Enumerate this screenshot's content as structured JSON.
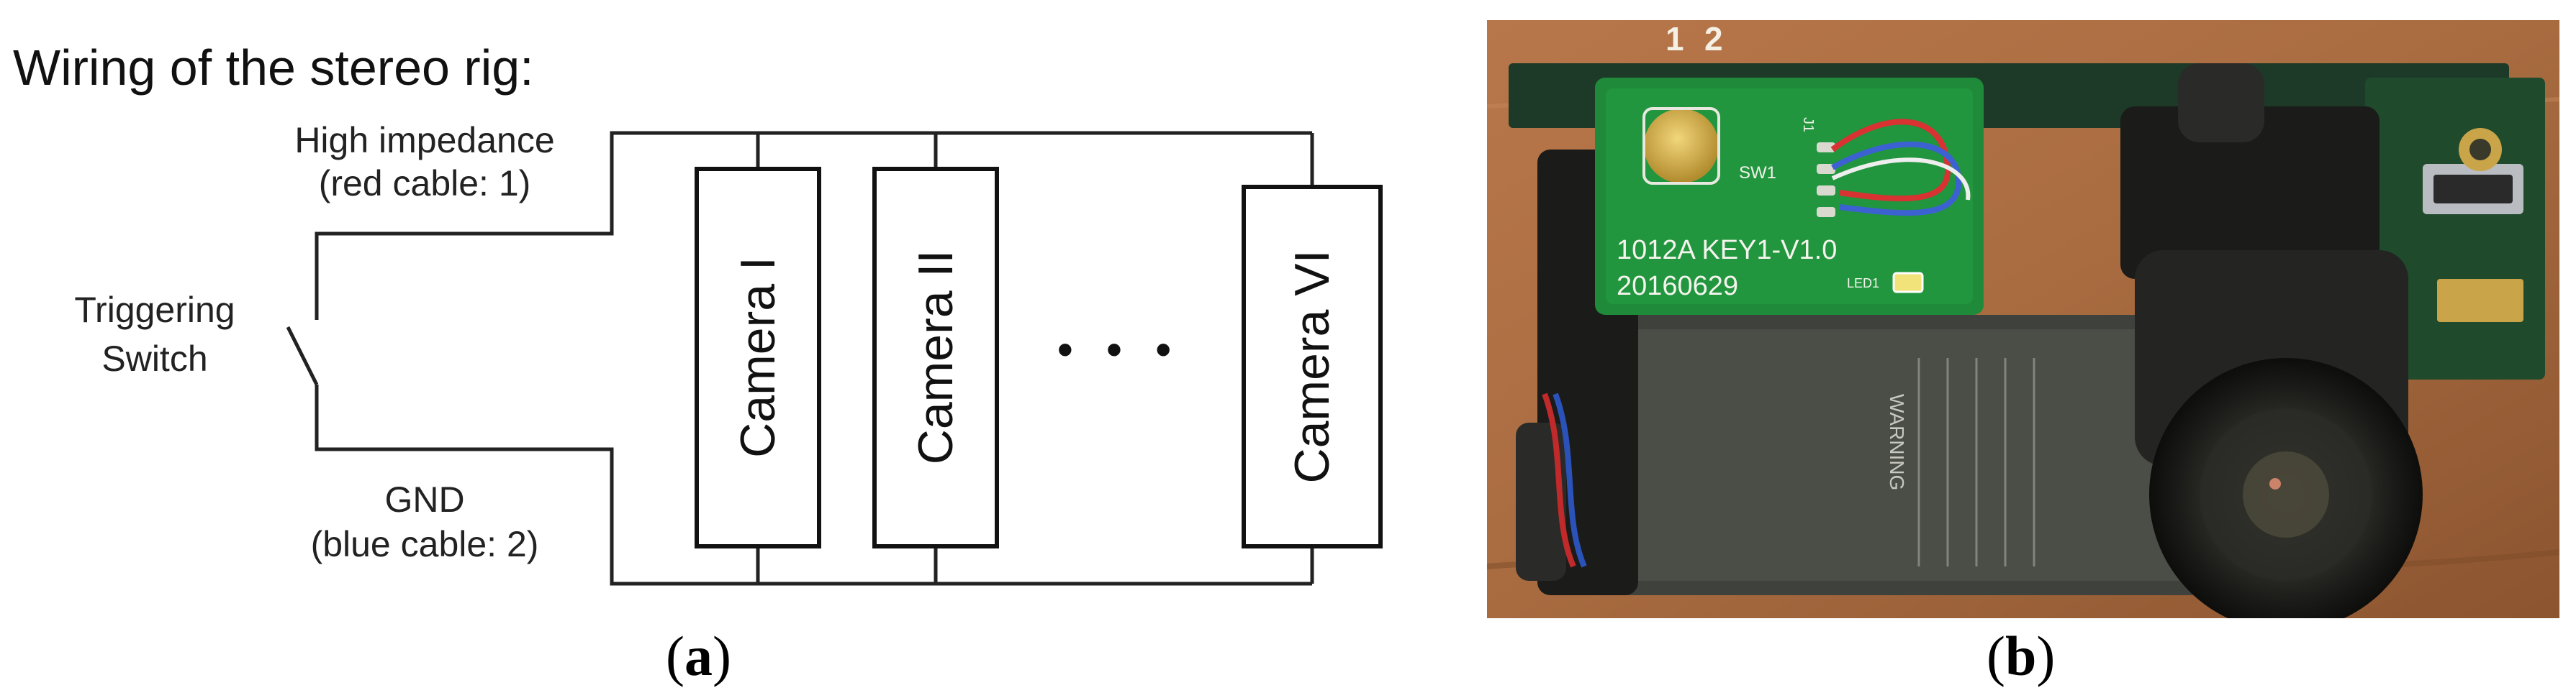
{
  "diagram": {
    "title": "Wiring of the stereo rig:",
    "top_wire_label_line1": "High impedance",
    "top_wire_label_line2": "(red cable: 1)",
    "bottom_wire_label_line1": "GND",
    "bottom_wire_label_line2": "(blue cable: 2)",
    "switch_label_line1": "Triggering",
    "switch_label_line2": "Switch",
    "cameras": [
      "Camera I",
      "Camera II",
      "Camera VI"
    ],
    "ellipsis": "• • •"
  },
  "photo": {
    "pin_labels": [
      "1",
      "2"
    ],
    "board_text_line1": "1012A  KEY1-V1.0",
    "board_text_line2": "20160629",
    "switch_silk": "SW1",
    "led_silk": "LED1",
    "jack_silk": "J1",
    "battery_warning": "WARNING"
  },
  "subfigure_labels": {
    "a_open": "(",
    "a_letter": "a",
    "a_close": ")",
    "b_open": "(",
    "b_letter": "b",
    "b_close": ")"
  }
}
